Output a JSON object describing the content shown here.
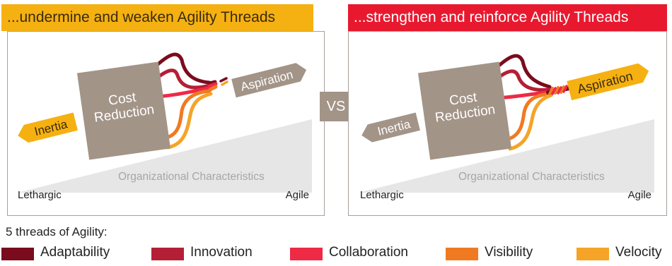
{
  "left": {
    "header": "...undermine and weaken Agility Threads",
    "box_line1": "Cost",
    "box_line2": "Reduction",
    "inertia": "Inertia",
    "aspiration": "Aspiration",
    "ramp_label": "Organizational Characteristics",
    "lethargic": "Lethargic",
    "agile": "Agile"
  },
  "right": {
    "header": "...strengthen and reinforce Agility Threads",
    "box_line1": "Cost",
    "box_line2": "Reduction",
    "inertia": "Inertia",
    "aspiration": "Aspiration",
    "ramp_label": "Organizational Characteristics",
    "lethargic": "Lethargic",
    "agile": "Agile"
  },
  "vs": "VS",
  "legend": {
    "title": "5 threads of Agility:",
    "items": [
      {
        "label": "Adaptability",
        "color": "#7a0c1e"
      },
      {
        "label": "Innovation",
        "color": "#b51f36"
      },
      {
        "label": "Collaboration",
        "color": "#ee2a45"
      },
      {
        "label": "Visibility",
        "color": "#f07a22"
      },
      {
        "label": "Velocity",
        "color": "#f5a427"
      }
    ]
  },
  "colors": {
    "header_left": "#f5b111",
    "header_right": "#e8192f",
    "box": "#a39488",
    "ramp": "#e6e6e6",
    "ramp_text": "#a6a6a6"
  }
}
